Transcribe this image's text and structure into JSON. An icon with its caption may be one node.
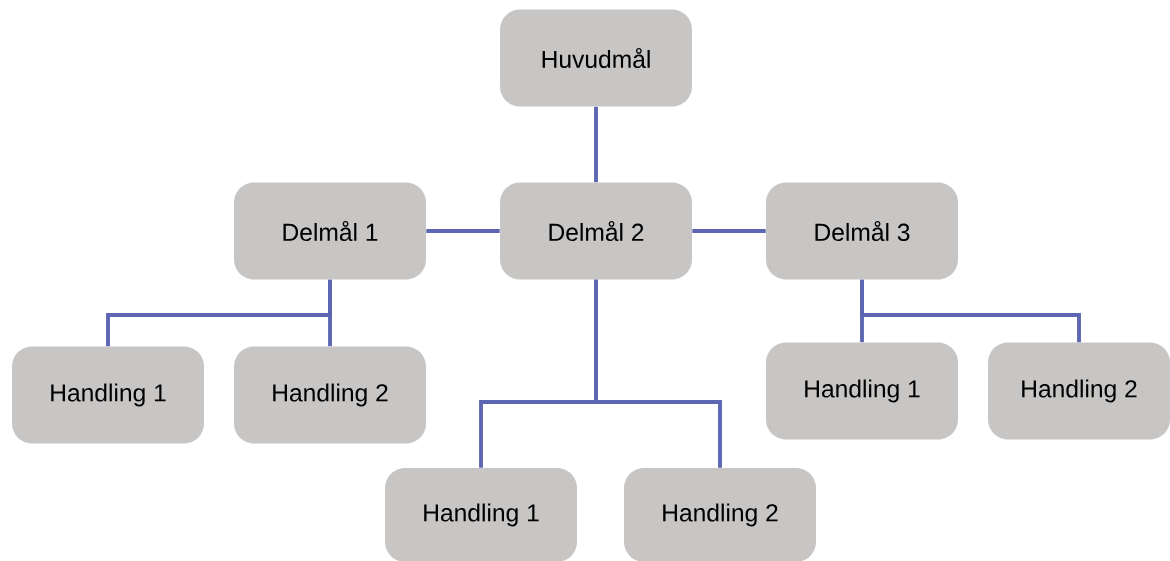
{
  "diagram": {
    "nodes": [
      {
        "text": [
          "Huvudmål"
        ]
      },
      {
        "text": [
          "Delmål 1"
        ]
      },
      {
        "text": [
          "Delmål 2"
        ]
      },
      {
        "text": [
          "Delmål 3"
        ]
      },
      {
        "text": [
          "Handling 1"
        ]
      },
      {
        "text": [
          "Handling 2"
        ]
      },
      {
        "text": [
          "Handling 1"
        ]
      },
      {
        "text": [
          "Handling 2"
        ]
      },
      {
        "text": [
          "Handling 1"
        ]
      },
      {
        "text": [
          "Handling 2"
        ]
      }
    ],
    "edges": [
      {
        "from": 0,
        "to": 2,
        "arrow": "none"
      },
      {
        "from": 1,
        "to": 2,
        "arrow": "none"
      },
      {
        "from": 2,
        "to": 3,
        "arrow": "none"
      },
      {
        "from": 1,
        "to": 4,
        "arrow": "none"
      },
      {
        "from": 1,
        "to": 5,
        "arrow": "none"
      },
      {
        "from": 3,
        "to": 6,
        "arrow": "none"
      },
      {
        "from": 3,
        "to": 7,
        "arrow": "none"
      },
      {
        "from": 2,
        "to": 8,
        "arrow": "none"
      },
      {
        "from": 2,
        "to": 9,
        "arrow": "none"
      }
    ]
  }
}
